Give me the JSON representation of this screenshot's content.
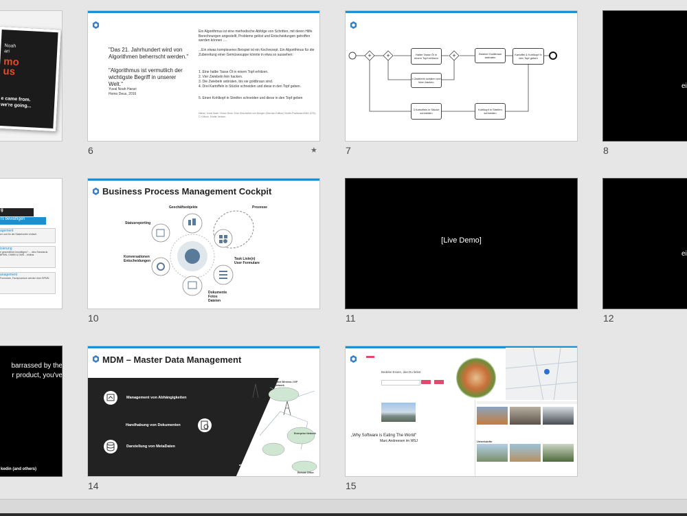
{
  "slide_numbers": {
    "s6": "6",
    "s7": "7",
    "s8": "8",
    "s10": "10",
    "s11": "11",
    "s12": "12",
    "s14": "14",
    "s15": "15"
  },
  "slide5": {
    "book_lines": [
      "Noah",
      "ari",
      "mo",
      "us"
    ],
    "caption": "e came from.\nwe're going..."
  },
  "slide6": {
    "quote1": "\"Das 21. Jahrhundert wird von Algorithmen beherrscht werden.\"",
    "quote2": "\"Algorithmus ist vermutlich der wichtigste Begriff in unserer Welt.\"",
    "author": "Yuval Noah Harari",
    "source": "Homo Deus, 2016",
    "para1": "Ein Algorithmus ist eine methodische Abfolge von Schritten, mit deren Hilfe Berechnungen angestellt, Probleme gelöst und Entscheidungen getroffen werden können ....",
    "para2": "...Ein etwas komplexeres Beispiel ist ein Kochrezept. Ein Algorithmus für die Zubereitung einer Gemüsesuppe könnte in etwa so aussehen:",
    "steps": [
      "1. Eine halbe Tasse Öl in einem Topf erhitzen.",
      "2. Vier Zwiebeln fein hacken.",
      "3. Die Zwiebeln anbraten, bis sie goldbraun sind.",
      "4. Drei Kartoffeln in Stücke schneiden und diese in den Topf geben.",
      "5. Einen Kohlkopf in Streifen schneiden und diese in den Topf geben"
    ],
    "footnote": "Harari, Yuval Noah: Homo Deus: Eine Geschichte von Morgen (German Edition) Kindle-Positionen1064-1070). C.H.Beck. Kindle-Version.",
    "star": "★"
  },
  "slide7": {
    "tasks": [
      "Halbe Tasse Öl in einem Topf erhitzen",
      "4 Zwiebeln schälen und klein hacken",
      "3 Kartoffeln in Stücke schneiden",
      "Zwiebel Goldbraun anbraten",
      "Kohlkopf in Streifen schneiden",
      "Kartoffel & Kohlkopf in den Topf geben"
    ]
  },
  "slide9": {
    "line1": "g",
    "line2": "rs bewältigen",
    "items": [
      {
        "title": "agement",
        "text": "en und für die Stakeholder einfach"
      },
      {
        "title": "isierung",
        "text": "e geschäftlich bewältigen? ... dies Standards BPMN, CMMN & DMN ...bildbar"
      },
      {
        "title": "anagement",
        "text": "Formulare, Fachprozesse werden über BPMN"
      }
    ]
  },
  "slide10": {
    "title": "Business Process Management Cockpit",
    "labels": {
      "objects": "Geschäftsobjekte",
      "processes": "Prozesse",
      "status": "Statusreporting",
      "conv": "Konversationen\nEntscheidungen",
      "tasks": "Task Liste(n)\nUser Formulare",
      "docs": "Dokumente\nFotos\nDateien"
    }
  },
  "slide11": {
    "text": "[Live Demo]"
  },
  "slide13": {
    "text": "barrassed by the\nr product, you've",
    "footer": "kedin (and others)"
  },
  "slide14": {
    "title": "MDM – Master Data Management",
    "items": [
      "Management von Abhängigkeiten",
      "Handhabung von Dokumenten",
      "Darstellung von MetaDaten"
    ],
    "map_labels": [
      "Fixed Wireless / ISP Network",
      "Enterprise Network",
      "at Network",
      "Remote Office"
    ]
  },
  "slide15": {
    "search_title": "Bedeke Essen, das Du liebst",
    "quote": "„Why Software is Eating The World\"",
    "author": "Marc Andreesen im WSJ",
    "section": "Unterkünfte"
  },
  "colors": {
    "accent": "#1a8fd1",
    "dark_panel": "#222222",
    "teal_bar": "#1a8fd1"
  }
}
